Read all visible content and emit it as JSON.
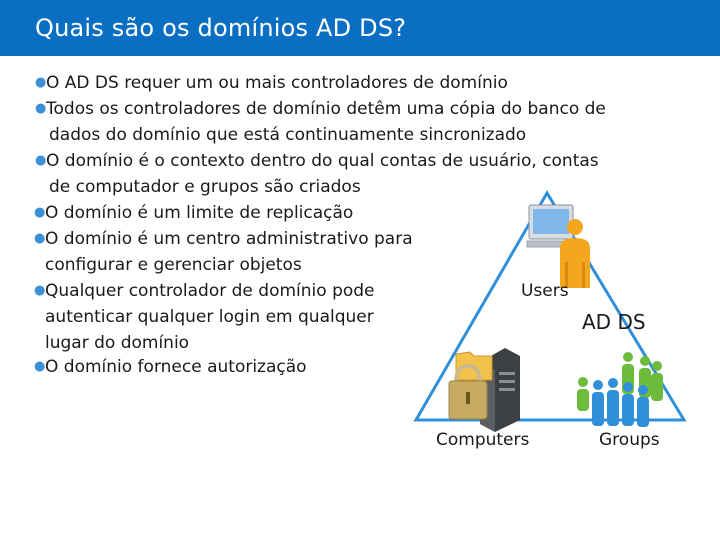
{
  "title": "Quais são os domínios AD DS?",
  "bullets": [
    [
      "O AD DS requer um ou mais controladores de domínio"
    ],
    [
      "Todos os controladores de domínio detêm uma cópia do banco de",
      "dados do domínio que está continuamente sincronizado"
    ],
    [
      "O domínio é o contexto dentro do qual contas de usuário, contas",
      "de computador e grupos são criados"
    ],
    [
      "O domínio é um limite de replicação"
    ],
    [
      "O domínio é um centro administrativo para",
      "configurar e gerenciar objetos"
    ],
    [
      "Qualquer controlador de domínio pode",
      "autenticar qualquer login em qualquer",
      "lugar do domínio"
    ],
    [
      "O domínio fornece autorização"
    ]
  ],
  "diagram": {
    "center_label": "AD DS",
    "users_label": "Users",
    "computers_label": "Computers",
    "groups_label": "Groups",
    "users_icon": "user-computer-icon",
    "computers_icon": "server-lock-icon",
    "groups_icon": "user-group-icon"
  },
  "colors": {
    "title_bar": "#0a6fc2",
    "bullet": "#3a8fd6",
    "triangle": "#2f8fd8",
    "users": "#f4a71e",
    "groups_green": "#6dbb3c",
    "groups_blue": "#2f8fd8"
  }
}
